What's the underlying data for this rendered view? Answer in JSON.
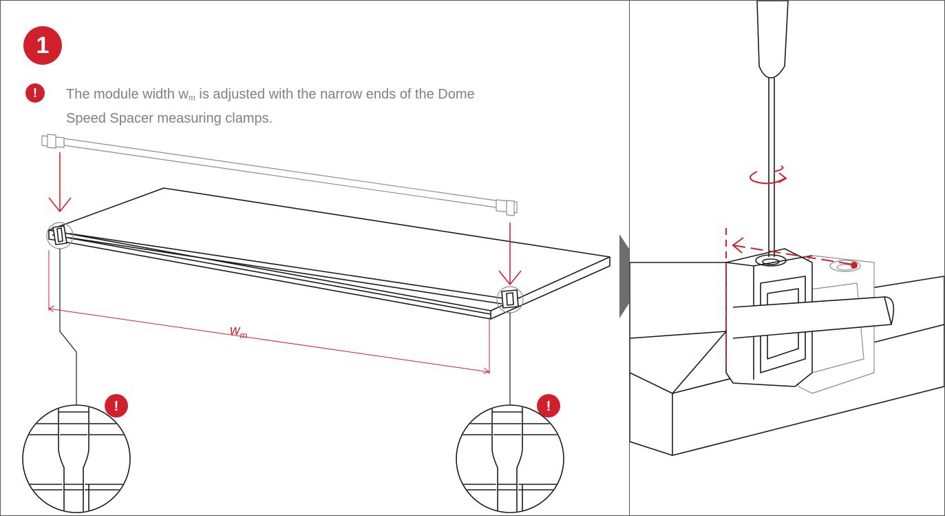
{
  "step": {
    "number": "1"
  },
  "note": {
    "icon": "exclamation-icon",
    "text_before": "The module width w",
    "subscript": "m",
    "text_after": " is adjusted with the narrow ends of the Dome Speed Spacer measuring clamps."
  },
  "dimension": {
    "label": "w",
    "subscript": "m"
  },
  "callouts": [
    {
      "icon": "exclamation-icon",
      "text": "!"
    },
    {
      "icon": "exclamation-icon",
      "text": "!"
    }
  ],
  "colors": {
    "accent": "#d0202c",
    "line": "#1a1a1a",
    "gray_line": "#8c8c8c",
    "arrow_gray": "#6e6e6e",
    "text_gray": "#808080"
  }
}
